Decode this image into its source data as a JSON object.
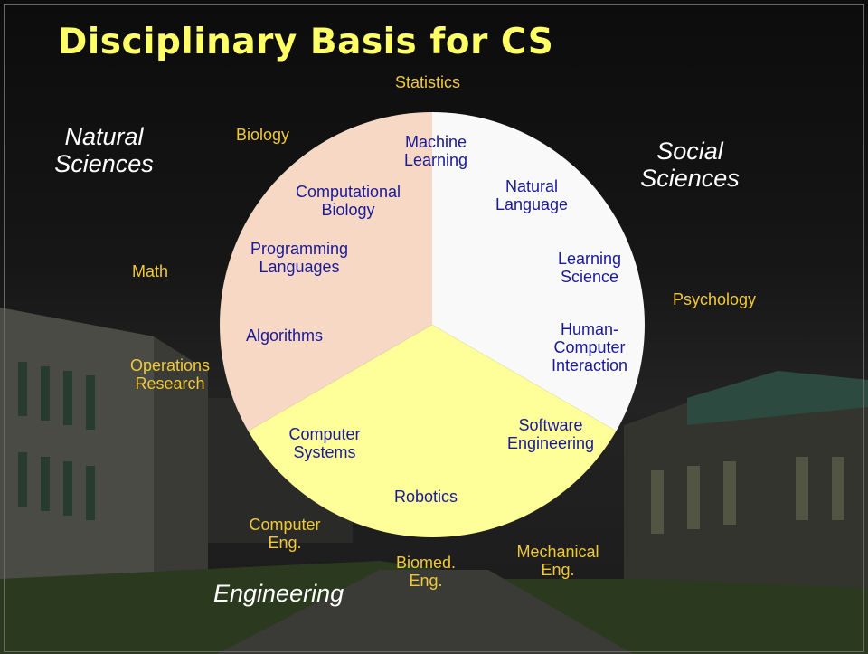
{
  "slide": {
    "title": "Disciplinary Basis for CS"
  },
  "groups": {
    "natural_sciences": "Natural Sciences",
    "social_sciences": "Social Sciences",
    "engineering": "Engineering"
  },
  "outer_disciplines": {
    "statistics": "Statistics",
    "biology": "Biology",
    "math": "Math",
    "operations_research": "Operations Research",
    "psychology": "Psychology",
    "computer_eng": "Computer Eng.",
    "biomed_eng": "Biomed. Eng.",
    "mechanical_eng": "Mechanical Eng."
  },
  "cs_areas": {
    "machine_learning": "Machine Learning",
    "computational_biology": "Computational Biology",
    "programming_languages": "Programming Languages",
    "algorithms": "Algorithms",
    "natural_language": "Natural Language",
    "learning_science": "Learning Science",
    "hci": "Human-Computer Interaction",
    "computer_systems": "Computer Systems",
    "software_engineering": "Software Engineering",
    "robotics": "Robotics"
  },
  "pie_sectors": [
    {
      "name": "natural-sciences-sector",
      "color": "#f7d8c4"
    },
    {
      "name": "social-sciences-sector",
      "color": "#f9f9fa"
    },
    {
      "name": "engineering-sector",
      "color": "#ffff99"
    }
  ],
  "colors": {
    "title": "#ffff66",
    "outer_labels": "#f0c838",
    "group_labels": "#ffffff",
    "inner_labels": "#1a1a99"
  }
}
